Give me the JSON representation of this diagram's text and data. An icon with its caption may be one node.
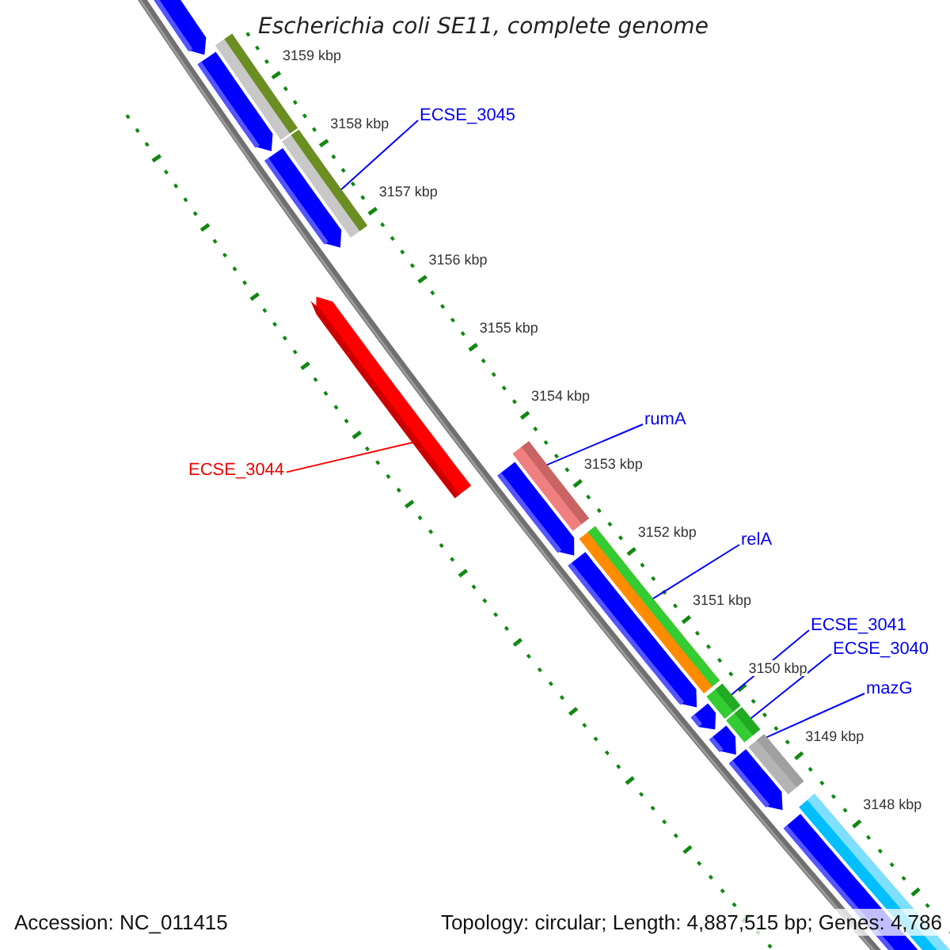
{
  "diagram": {
    "title": "Escherichia coli SE11, complete genome",
    "nodes": [
      {
        "text": [
          "ECSE_3045"
        ]
      },
      {
        "text": [],
        "shape": "bar"
      },
      {
        "text": [
          "ECSE_3044"
        ]
      },
      {
        "text": [],
        "shape": "bar"
      },
      {
        "text": [
          "rumA"
        ]
      },
      {
        "text": [],
        "shape": "bar"
      },
      {
        "text": [
          "relA"
        ]
      },
      {
        "text": [],
        "shape": "bar"
      },
      {
        "text": [
          "ECSE_3041"
        ]
      },
      {
        "text": [],
        "shape": "bar"
      },
      {
        "text": [
          "ECSE_3040"
        ]
      },
      {
        "text": [],
        "shape": "bar"
      },
      {
        "text": [
          "mazG"
        ]
      },
      {
        "text": [],
        "shape": "bar"
      },
      {
        "text": [],
        "shape": "bar"
      },
      {
        "text": [],
        "shape": "bar"
      }
    ],
    "edges": [
      {
        "from": 0,
        "to": 1,
        "arrow": "none"
      },
      {
        "from": 2,
        "to": 3,
        "arrow": "none",
        "color": "#ff0000"
      },
      {
        "from": 4,
        "to": 5,
        "arrow": "none"
      },
      {
        "from": 6,
        "to": 7,
        "arrow": "none"
      },
      {
        "from": 8,
        "to": 9,
        "arrow": "none"
      },
      {
        "from": 10,
        "to": 11,
        "arrow": "none"
      },
      {
        "from": 12,
        "to": 13,
        "arrow": "none"
      }
    ],
    "labels": [
      "3159 kbp",
      "3158 kbp",
      "3157 kbp",
      "3156 kbp",
      "3155 kbp",
      "3154 kbp",
      "3153 kbp",
      "3152 kbp",
      "3151 kbp",
      "3150 kbp",
      "3149 kbp",
      "3148 kbp",
      "Accession: NC_011415",
      "Topology: circular; Length: 4,887,515 bp; Genes: 4,786"
    ]
  }
}
